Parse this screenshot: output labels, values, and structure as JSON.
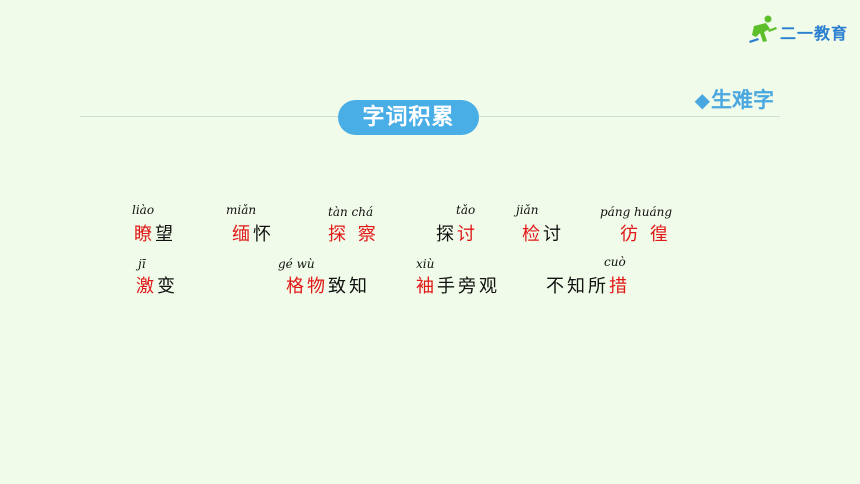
{
  "logo": {
    "text": "二一教育"
  },
  "section_tag": {
    "diamond": "◆",
    "label": "生难字"
  },
  "title": "字词积累",
  "colors": {
    "accent": "#4aaee6",
    "highlight": "#e01818",
    "background": "#f1fbe9"
  },
  "words": [
    {
      "pinyin": "liào",
      "hl": "瞭",
      "rest": "望"
    },
    {
      "pinyin": "miǎn",
      "hl": "缅",
      "rest": "怀"
    },
    {
      "pinyin": "tàn chá",
      "hl": "探 察",
      "rest": ""
    },
    {
      "pinyin": "tǎo",
      "pre": "探",
      "hl": "讨"
    },
    {
      "pinyin": "jiǎn",
      "hl": "检",
      "rest": "讨"
    },
    {
      "pinyin": "páng huáng",
      "hl": "彷 徨",
      "rest": ""
    },
    {
      "pinyin": "jī",
      "hl": "激",
      "rest": "变"
    },
    {
      "pinyin": "gé wù",
      "hl": "格物",
      "rest": "致知"
    },
    {
      "pinyin": "xiù",
      "hl": "袖",
      "rest": "手旁观"
    },
    {
      "pinyin": "cuò",
      "pre": "不知所",
      "hl": "措"
    }
  ]
}
